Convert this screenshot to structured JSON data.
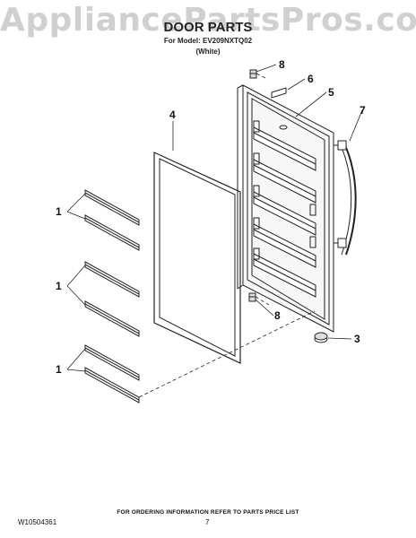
{
  "watermark": "AppliancePartsPros.com",
  "header": {
    "title": "DOOR PARTS",
    "model_line": "For Model: EV209NXTQ02",
    "color_line": "(White)"
  },
  "callouts": {
    "c1a": "1",
    "c1b": "1",
    "c1c": "1",
    "c3": "3",
    "c4": "4",
    "c5": "5",
    "c6": "6",
    "c7": "7",
    "c8a": "8",
    "c8b": "8"
  },
  "footer": {
    "ordering": "FOR ORDERING INFORMATION REFER TO PARTS PRICE LIST",
    "doc_number": "W10504361",
    "page_number": "7"
  }
}
